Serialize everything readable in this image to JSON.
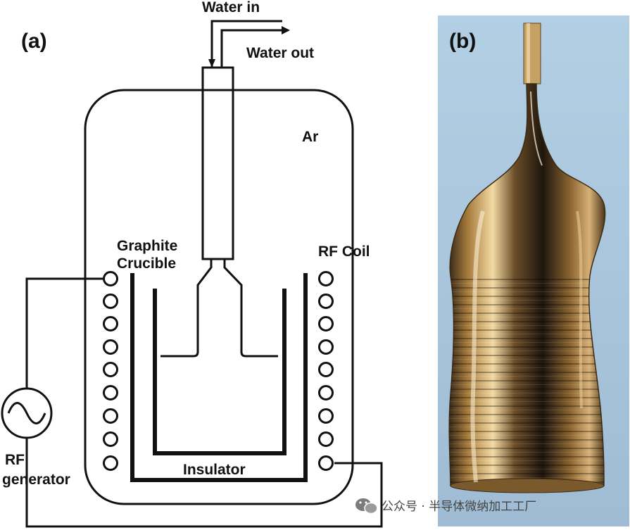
{
  "panel_a": {
    "label": "(a)",
    "water_in": "Water in",
    "water_out": "Water out",
    "ar": "Ar",
    "crucible_line1": "Graphite",
    "crucible_line2": "Crucible",
    "rf_coil": "RF Coil",
    "insulator": "Insulator",
    "generator_line1": "RF",
    "generator_line2": "generator"
  },
  "panel_b": {
    "label": "(b)"
  },
  "watermark": {
    "text": "公众号 · 半导体微纳加工工厂",
    "icon": "wechat-icon"
  },
  "colors": {
    "line": "#111111",
    "photo_bg": "#a9c6dd",
    "crystal_gold": "#c79a52",
    "crystal_dark": "#2a1f14"
  }
}
